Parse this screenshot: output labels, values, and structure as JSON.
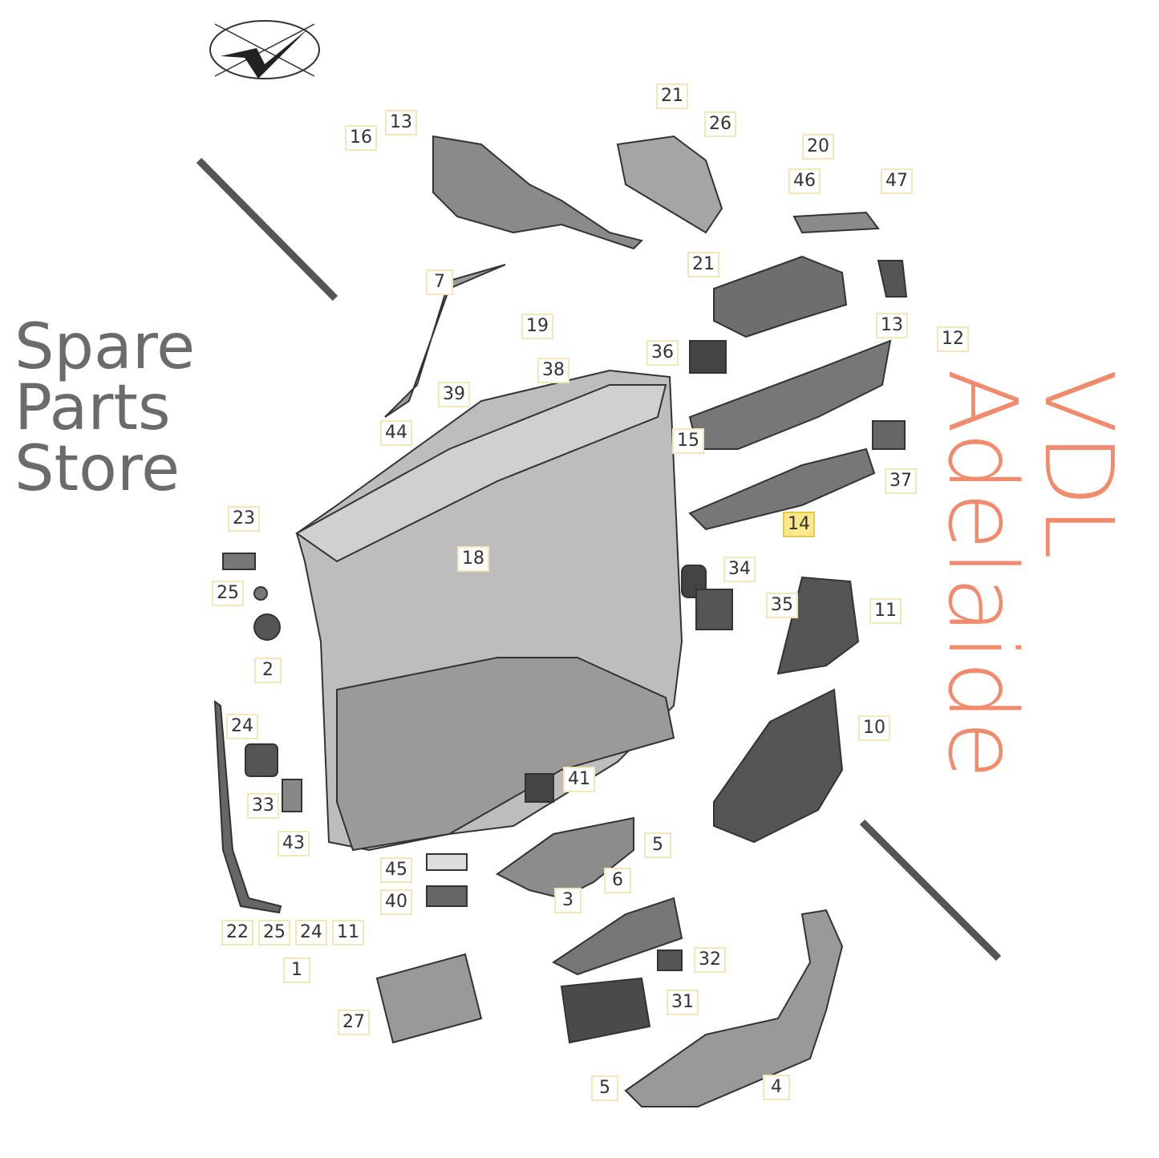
{
  "diagram": {
    "title": "Front door trim panel exploded parts diagram",
    "watermark_primary": "VDL Adelaide",
    "watermark_secondary": "Spare Parts Store",
    "highlighted_part": "14",
    "labels": [
      "21",
      "26",
      "16",
      "13",
      "20",
      "46",
      "47",
      "7",
      "21",
      "19",
      "13",
      "12",
      "36",
      "38",
      "39",
      "15",
      "44",
      "37",
      "14",
      "23",
      "18",
      "34",
      "25",
      "35",
      "11",
      "2",
      "10",
      "24",
      "41",
      "33",
      "43",
      "5",
      "45",
      "40",
      "3",
      "6",
      "22",
      "25",
      "24",
      "11",
      "1",
      "32",
      "31",
      "27",
      "5",
      "4"
    ]
  }
}
